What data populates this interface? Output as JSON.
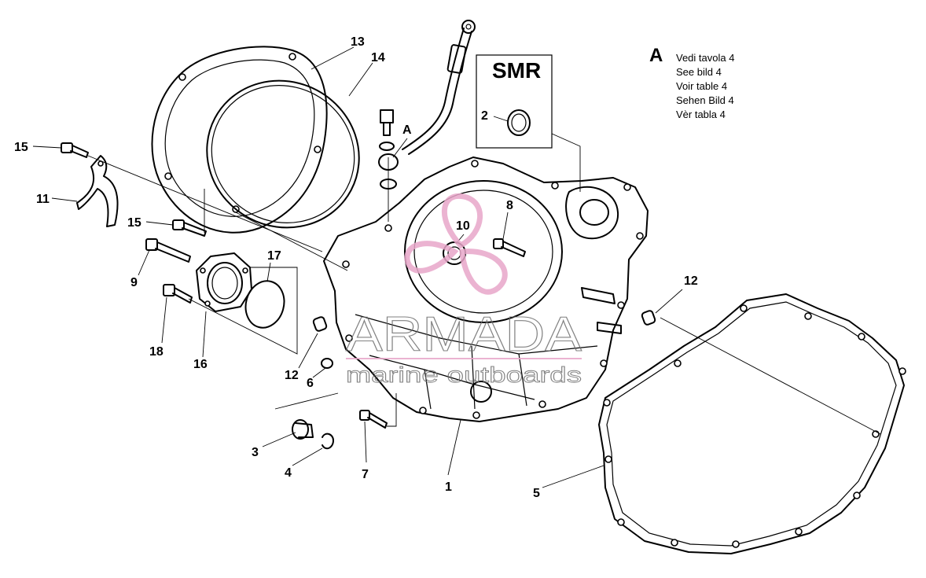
{
  "callouts": {
    "c1": "1",
    "c2": "2",
    "c3": "3",
    "c4": "4",
    "c5": "5",
    "c6": "6",
    "c7": "7",
    "c8": "8",
    "c9": "9",
    "c10": "10",
    "c11": "11",
    "c12a": "12",
    "c12b": "12",
    "c13": "13",
    "c14": "14",
    "c15a": "15",
    "c15b": "15",
    "c16": "16",
    "c17": "17",
    "c18": "18",
    "hoseA": "A"
  },
  "smr_box": {
    "label": "SMR"
  },
  "legend": {
    "key": "A",
    "lines": [
      "Vedi tavola 4",
      "See bild 4",
      "Voir table 4",
      "Sehen Bild 4",
      "Vèr tabla 4"
    ]
  },
  "watermark": {
    "brand": "ARMADA",
    "tagline": "marine outboards",
    "colors": {
      "propeller": "#e8a6c9",
      "text_outline": "#6d6d6d"
    }
  }
}
